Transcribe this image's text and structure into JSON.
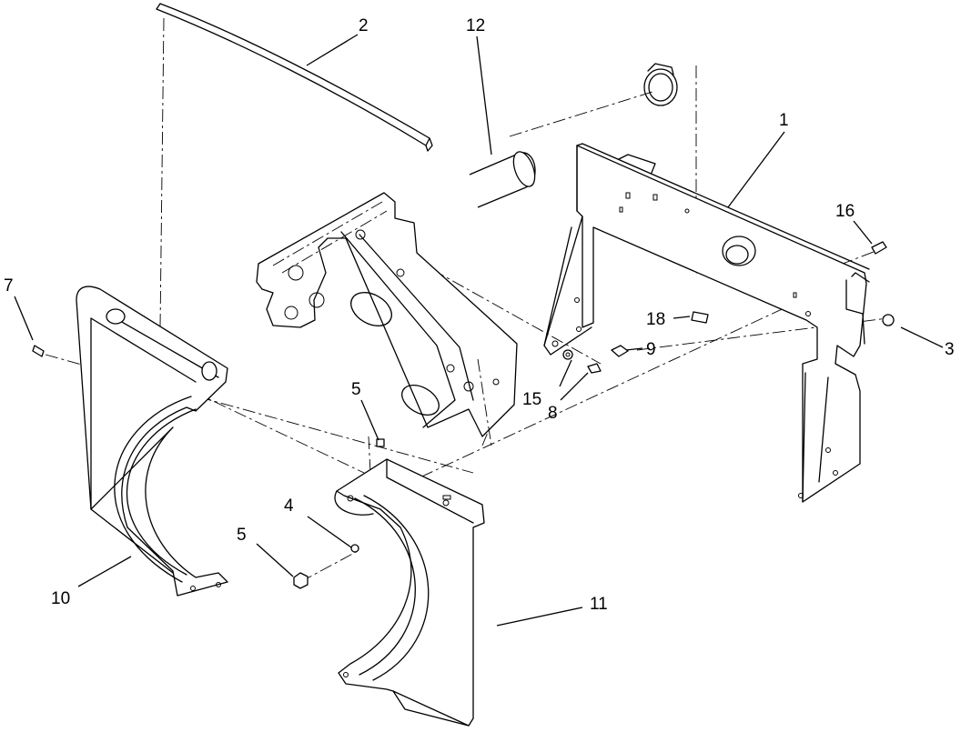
{
  "diagram": {
    "callouts": [
      "1",
      "2",
      "3",
      "4",
      "5",
      "5",
      "7",
      "8",
      "9",
      "10",
      "11",
      "12",
      "15",
      "16",
      "18"
    ]
  }
}
